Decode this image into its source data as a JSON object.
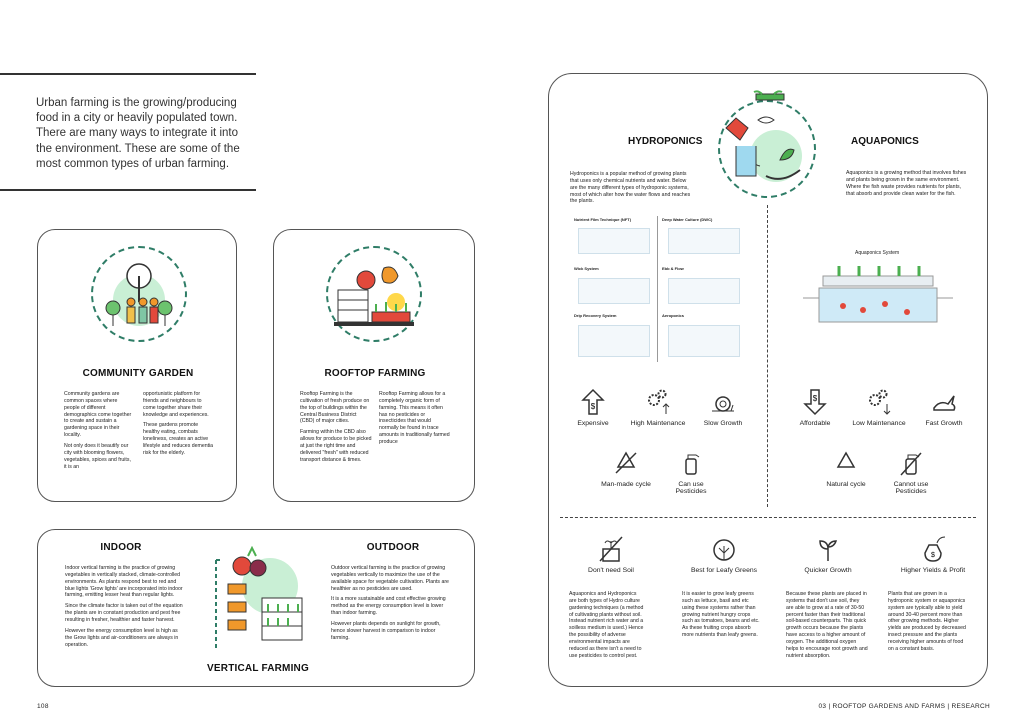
{
  "intro": {
    "text": "Urban farming is the growing/producing food in a city or heavily populated town. There are many ways to integrate it into the environment. These are some of the most common types of urban farming."
  },
  "community": {
    "title": "COMMUNITY GARDEN",
    "col1": "Community gardens are common spaces where people of different demographics come together to create and sustain a gardening space in their locality.",
    "col1b": "Not only does it beautify our city with blooming flowers, vegetables, spices and fruits, it is an",
    "col2": "opportunistic platform for friends and neighbours to come together share their knowledge and experiences.",
    "col2b": "These gardens promote healthy eating, combats loneliness, creates an active lifestyle and reduces dementia risk for the elderly."
  },
  "rooftop": {
    "title": "ROOFTOP FARMING",
    "col1": "Rooftop Farming is the cultivation of fresh produce on the top of buildings within the Central Business District (CBD) of major cities.",
    "col1b": "Farming within the CBD also allows for produce to be picked at just the right time and delivered \"fresh\" with reduced transport distance & times.",
    "col2": "Rooftop Farming allows for a completely organic form of farming. This means it often has no pesticides or insecticides that would normally be found in trace amounts in traditionally farmed produce"
  },
  "vertical": {
    "title": "VERTICAL FARMING",
    "indoor_title": "INDOOR",
    "outdoor_title": "OUTDOOR",
    "indoor_p1": "Indoor vertical farming is the practice of growing vegetables in vertically stacked, climate-controlled environments. As plants respond best to red and blue lights 'Grow lights' are incorporated into indoor farming, emitting lesser heat than regular lights.",
    "indoor_p2": "Since the climate factor is taken out of the equation the plants are in constant production and pest free resulting in fresher, healthier and faster harvest.",
    "indoor_p3": "However the energy consumption level is high as the Grow lights and air-conditioners are always in operation.",
    "outdoor_p1": "Outdoor vertical farming is the practice of growing vegetables vertically to maximize the use of the available space for vegetable cultivation. Plants are healthier as no pesticides are used.",
    "outdoor_p2": "It is a more sustainable and cost effective growing method as the energy consumption level is lower than indoor farming.",
    "outdoor_p3": "However plants depends on sunlight for growth, hence slower harvest in comparison to indoor farming."
  },
  "hydroponics": {
    "title": "HYDROPONICS",
    "text": "Hydroponics is a popular method of growing plants that uses only chemical nutrients and water. Below are the many different types of hydroponic systems, most of which alter how the water flows and reaches the plants.",
    "systems": [
      {
        "name": "Nutrient Film Technique (NFT)"
      },
      {
        "name": "Deep Water Culture (DWC)"
      },
      {
        "name": "Wick System"
      },
      {
        "name": "Ebb & Flow"
      },
      {
        "name": "Drip Recovery System"
      },
      {
        "name": "Aeroponics"
      }
    ],
    "props": [
      "Expensive",
      "High Maintenance",
      "Slow Growth",
      "Man-made cycle",
      "Can use Pesticides"
    ]
  },
  "aquaponics": {
    "title": "AQUAPONICS",
    "text": "Aquaponics is a growing method that involves fishes and plants being grown in the same environment. Where the fish waste provides nutrients for plants, that absorb and provide clean water for the fish.",
    "diagram_title": "Aquaponics System",
    "props": [
      "Affordable",
      "Low Maintenance",
      "Fast Growth",
      "Natural cycle",
      "Cannot use Pesticides"
    ]
  },
  "benefits": [
    {
      "title": "Don't need Soil",
      "text": "Aquaponics and Hydroponics are both types of Hydro culture gardening techniques (a method of cultivating plants without soil. Instead nutrient rich water and a soilless medium is used.) Hence the possibility of adverse environmental impacts are reduced as there isn't a need to use pesticides to control pest."
    },
    {
      "title": "Best for Leafy Greens",
      "text": "It is easier to grow leafy greens such as lettuce, basil and etc using these systems rather than growing nutrient hungry crops such as tomatoes, beans and etc. As these fruiting crops absorb more nutrients than leafy greens."
    },
    {
      "title": "Quicker Growth",
      "text": "Because these plants are placed in systems that don't use soil, they are able to grow at a rate of 30-50 percent faster than their traditional soil-based counterparts. This quick growth occurs because the plants have access to a higher amount of oxygen. The additional oxygen helps to encourage root growth and nutrient absorption."
    },
    {
      "title": "Higher Yields & Profit",
      "text": "Plants that are grown in a hydroponic system or aquaponics system are typically able to yield around 30-40 percent more than other growing methods. Higher yields are produced by decreased insect pressure and the plants receiving higher amounts of food on a constant basis."
    }
  ],
  "footer": {
    "page": "108",
    "section": "03  |  ROOFTOP GARDENS AND FARMS  |  RESEARCH"
  },
  "colors": {
    "accent": "#2f7d67",
    "leaf": "#4caf50",
    "mint": "#c9efd5",
    "tomato": "#e2493b",
    "carrot": "#f0982b"
  }
}
